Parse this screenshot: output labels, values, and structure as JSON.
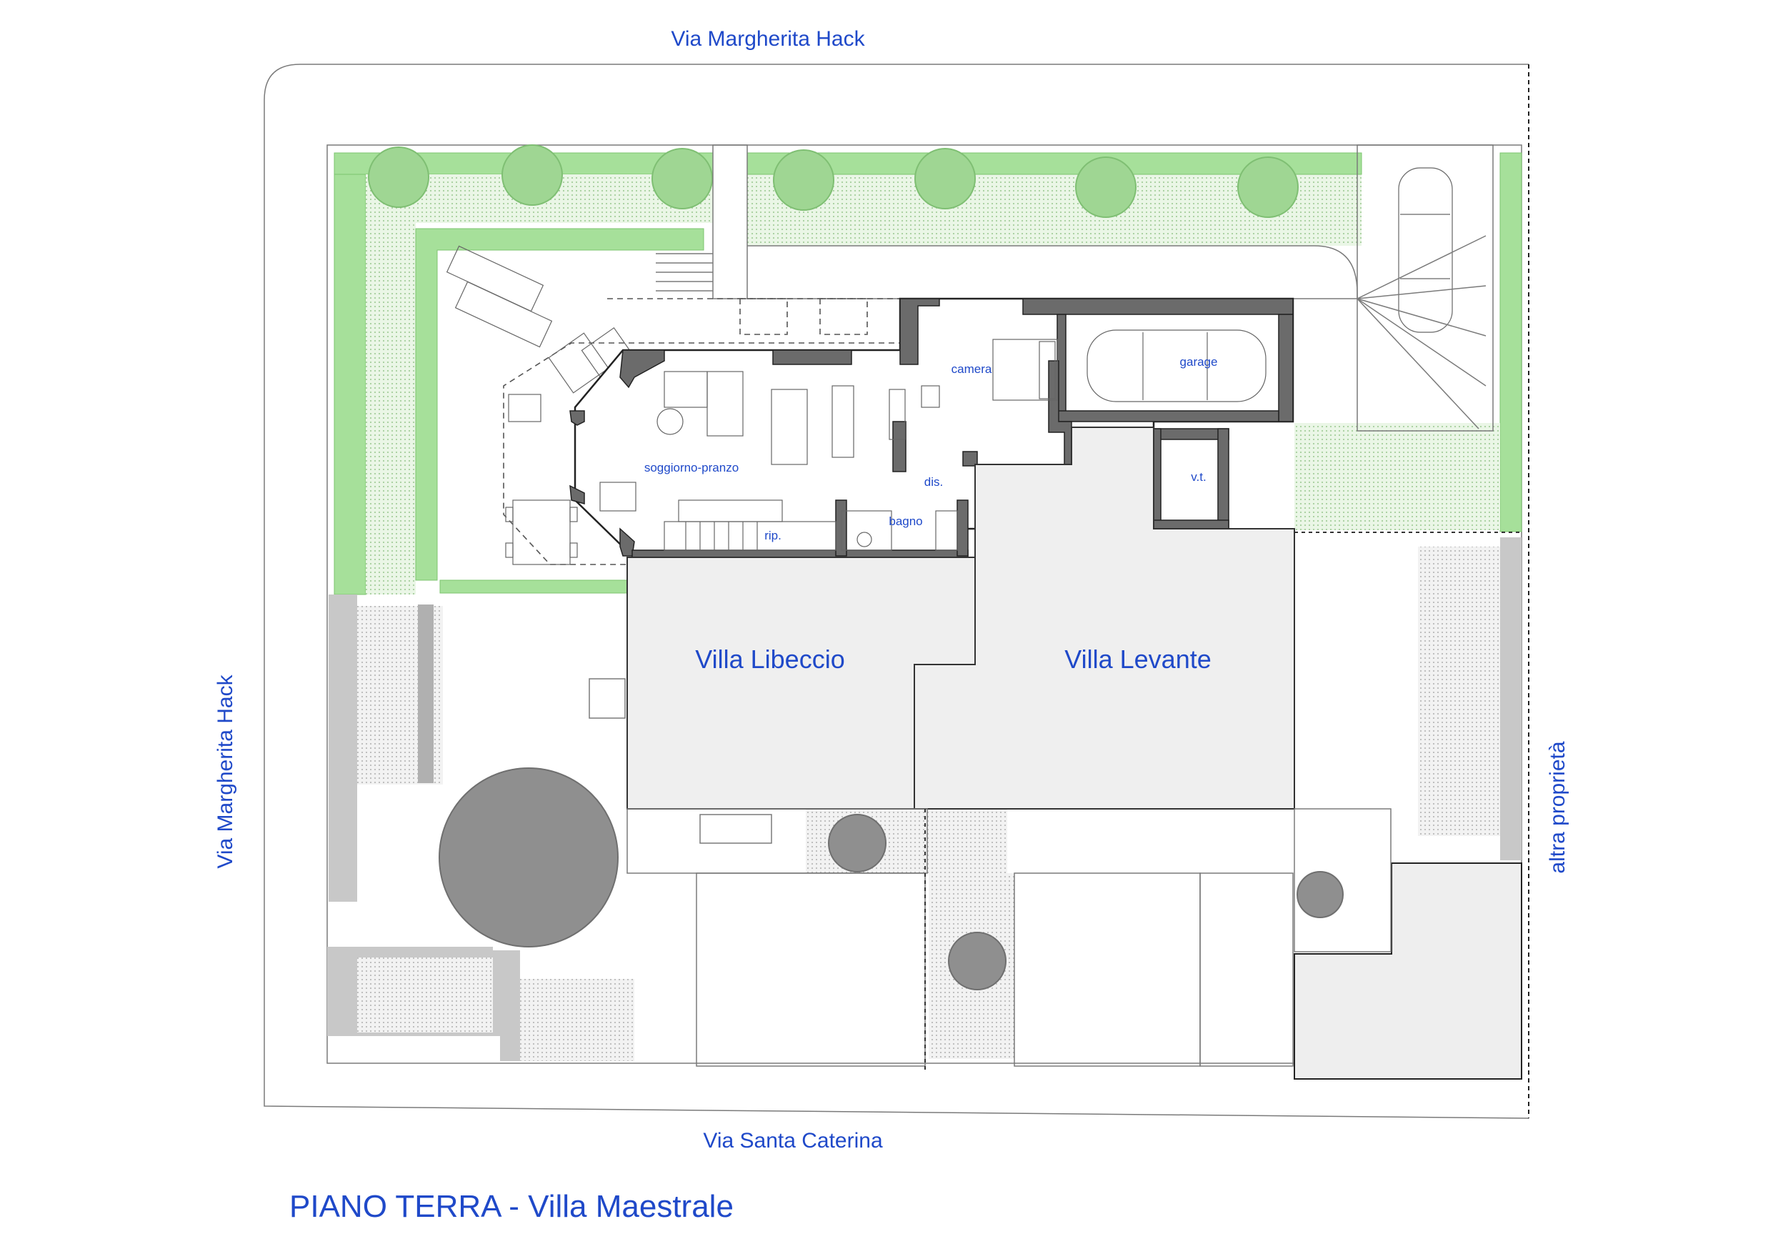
{
  "streets": {
    "top": "Via Margherita Hack",
    "left": "Via Margherita Hack",
    "bottom": "Via Santa Caterina",
    "right": "altra proprietà"
  },
  "villas": {
    "libeccio": "Villa Libeccio",
    "levante": "Villa Levante"
  },
  "rooms": {
    "camera": "camera",
    "garage": "garage",
    "soggiorno": "soggiorno-pranzo",
    "dis": "dis.",
    "bagno": "bagno",
    "vt": "v.t.",
    "rip": "rip."
  },
  "title": "PIANO TERRA - Villa Maestrale",
  "colors": {
    "label": "#1f49c9",
    "lawn": "#a6e09a",
    "wall": "#6b6b6b",
    "paving_grey": "#c8c8c8"
  }
}
